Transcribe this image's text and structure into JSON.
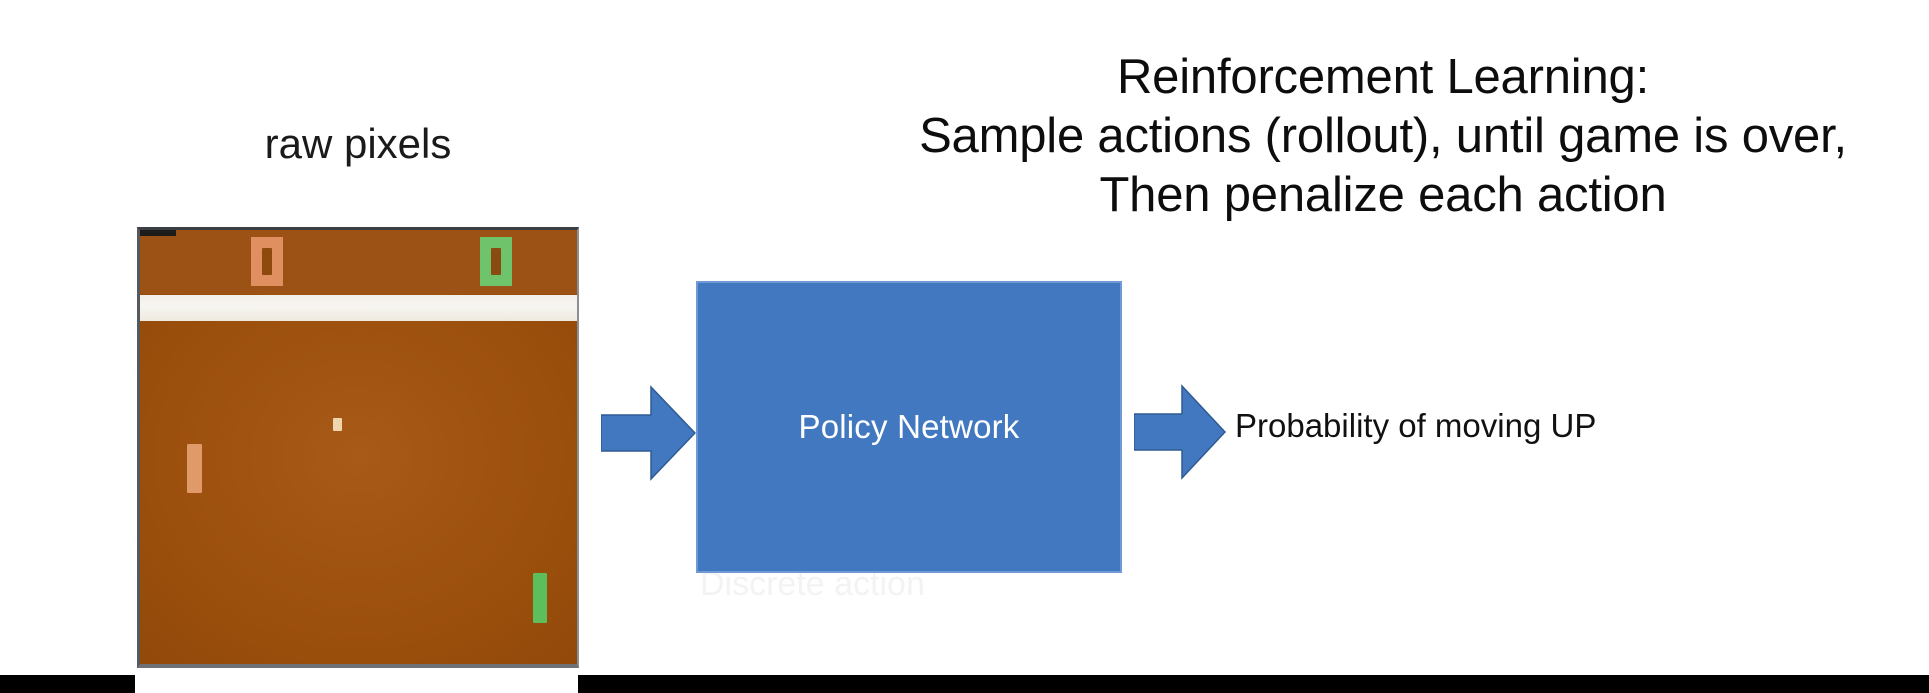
{
  "slide": {
    "background_color": "#ffffff",
    "heading_lines": [
      "Reinforcement Learning:",
      "Sample actions (rollout), until game is over,",
      "Then penalize each action"
    ],
    "heading_color": "#0d0d0d"
  },
  "game_panel": {
    "caption": "raw pixels",
    "frame_color": "#5b5f63",
    "field_color": "#a2540f",
    "divider_color": "#f2efe9",
    "score_left": "0",
    "score_left_color": "#e09060",
    "score_right": "0",
    "score_right_color": "#6fc36a",
    "paddle_left_color": "#e09a6a",
    "paddle_right_color": "#5dbf5c",
    "ball_color": "#f0d6ae"
  },
  "diagram": {
    "arrow_color": "#4278c0",
    "arrow_in_name": "right-arrow-icon",
    "arrow_out_name": "right-arrow-icon",
    "policy_box_label": "Policy Network",
    "policy_box_color": "#4278c0",
    "policy_box_text_color": "#ffffff",
    "output_label": "Probability of moving UP",
    "ghost_text": "Discrete action"
  },
  "footer": {
    "bar_color": "#000000"
  }
}
